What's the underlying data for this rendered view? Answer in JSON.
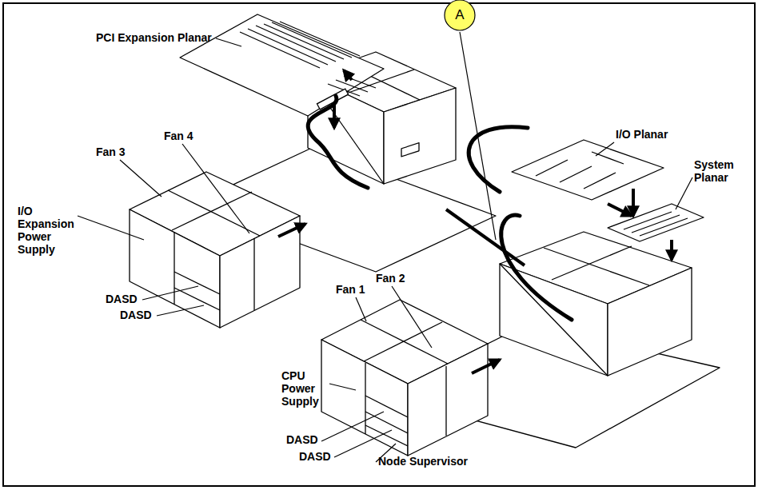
{
  "diagram": {
    "nodes": [
      {
        "text": [
          "A"
        ]
      }
    ],
    "labels": [
      "PCI Expansion Planar",
      "I/O Planar",
      "System Planar",
      "Fan 4",
      "Fan 3",
      "I/O Expansion Power Supply",
      "DASD",
      "DASD",
      "Fan 1",
      "Fan 2",
      "CPU Power Supply",
      "DASD",
      "DASD",
      "Node Supervisor"
    ]
  }
}
